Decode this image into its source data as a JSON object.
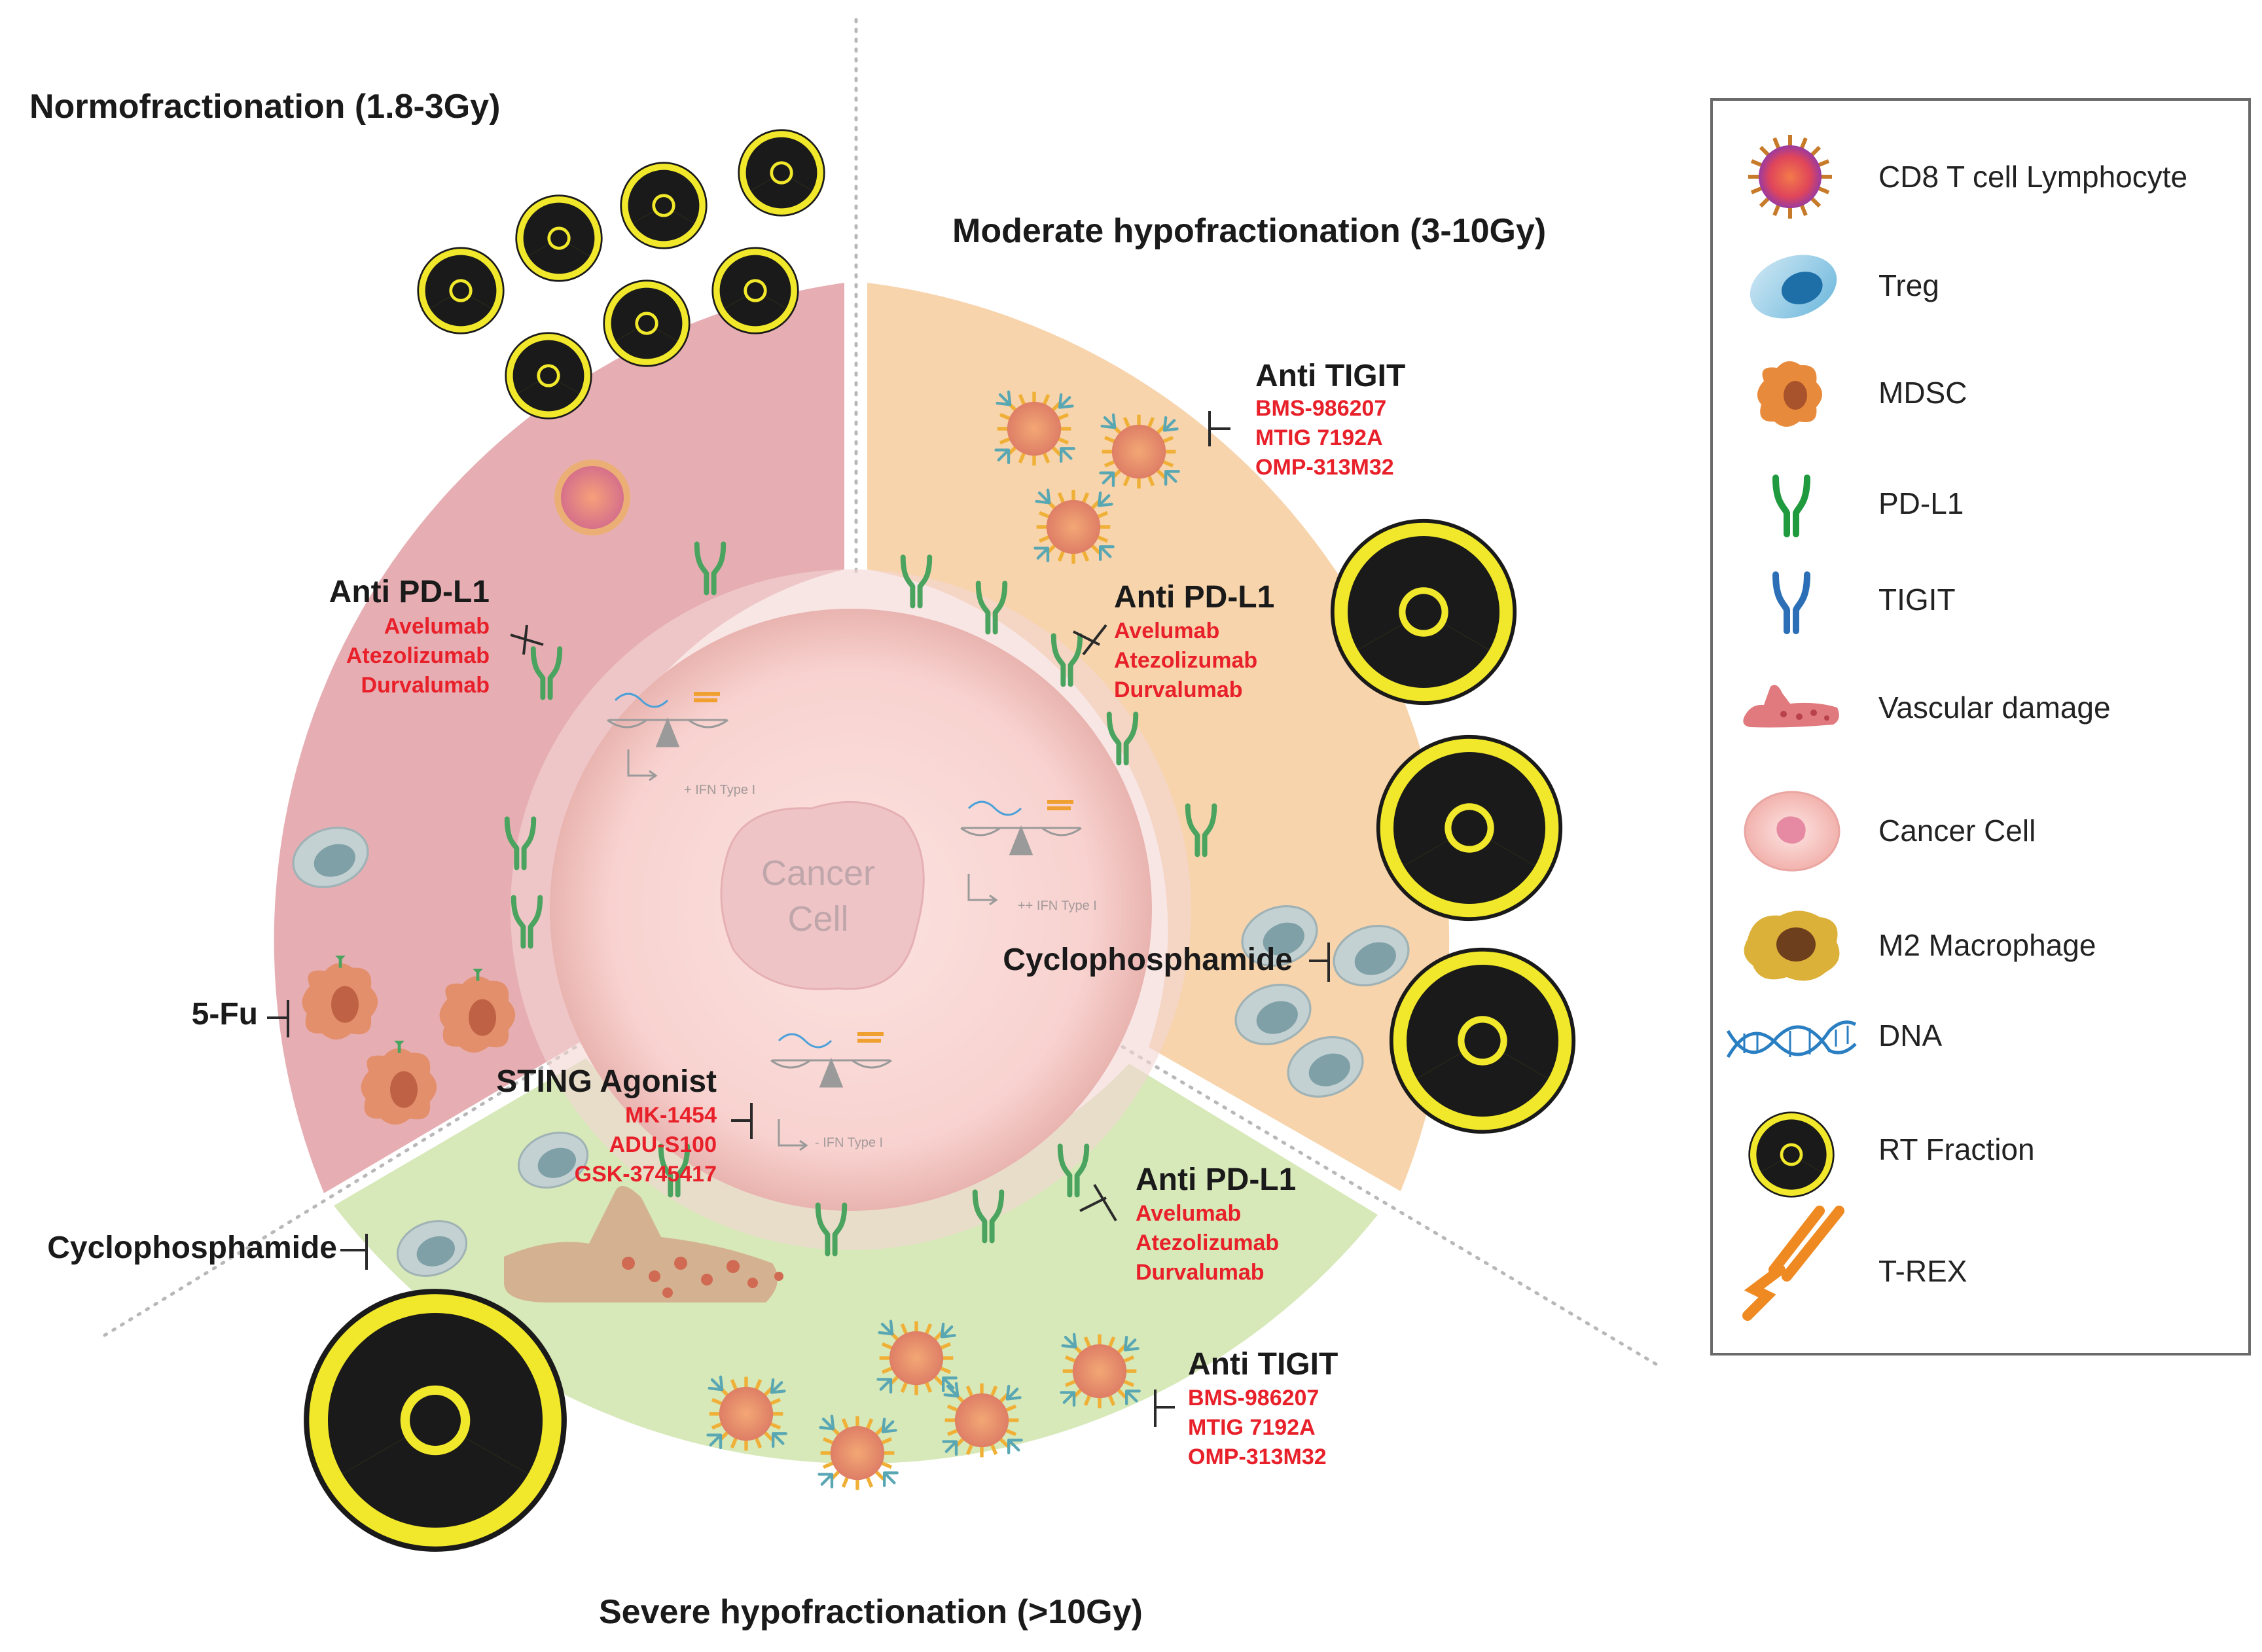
{
  "titles": {
    "normo": "Normofractionation (1.8-3Gy)",
    "moderate": "Moderate hypofractionation (3-10Gy)",
    "severe": "Severe hypofractionation (>10Gy)"
  },
  "center": {
    "line1": "Cancer",
    "line2": "Cell"
  },
  "ifn": {
    "normo": "+ IFN Type I",
    "moderate": "++ IFN Type I",
    "severe": "- IFN Type I"
  },
  "normo_drugs": {
    "pdl1": {
      "head": "Anti PD-L1",
      "items": [
        "Avelumab",
        "Atezolizumab",
        "Durvalumab"
      ]
    },
    "fu": "5-Fu"
  },
  "moderate_drugs": {
    "tigit": {
      "head": "Anti TIGIT",
      "items": [
        "BMS-986207",
        "MTIG 7192A",
        "OMP-313M32"
      ]
    },
    "pdl1": {
      "head": "Anti PD-L1",
      "items": [
        "Avelumab",
        "Atezolizumab",
        "Durvalumab"
      ]
    },
    "cyclo": "Cyclophosphamide"
  },
  "severe_drugs": {
    "sting": {
      "head": "STING Agonist",
      "items": [
        "MK-1454",
        "ADU-S100",
        "GSK-3745417"
      ]
    },
    "cyclo": "Cyclophosphamide",
    "pdl1": {
      "head": "Anti PD-L1",
      "items": [
        "Avelumab",
        "Atezolizumab",
        "Durvalumab"
      ]
    },
    "tigit": {
      "head": "Anti TIGIT",
      "items": [
        "BMS-986207",
        "MTIG 7192A",
        "OMP-313M32"
      ]
    }
  },
  "legend": [
    {
      "label": "CD8 T cell Lymphocyte",
      "icon": "cd8-t-cell-icon"
    },
    {
      "label": "Treg",
      "icon": "treg-icon"
    },
    {
      "label": "MDSC",
      "icon": "mdsc-icon"
    },
    {
      "label": "PD-L1",
      "icon": "pd-l1-icon"
    },
    {
      "label": "TIGIT",
      "icon": "tigit-icon"
    },
    {
      "label": "Vascular damage",
      "icon": "vascular-damage-icon"
    },
    {
      "label": "Cancer Cell",
      "icon": "cancer-cell-icon"
    },
    {
      "label": "M2 Macrophage",
      "icon": "m2-macrophage-icon"
    },
    {
      "label": "DNA",
      "icon": "dna-icon"
    },
    {
      "label": "RT Fraction",
      "icon": "rt-fraction-icon"
    },
    {
      "label": "T-REX",
      "icon": "t-rex-icon"
    }
  ],
  "colors": {
    "normo_sector": "#e6aeb3",
    "moderate_sector": "#f7d4ac",
    "severe_sector": "#d7e8b9",
    "drug_red": "#e8202a",
    "radiation_yellow": "#f1e82b",
    "pdl1_green": "#2e9a4a",
    "tigit_blue": "#2c6fb6"
  }
}
